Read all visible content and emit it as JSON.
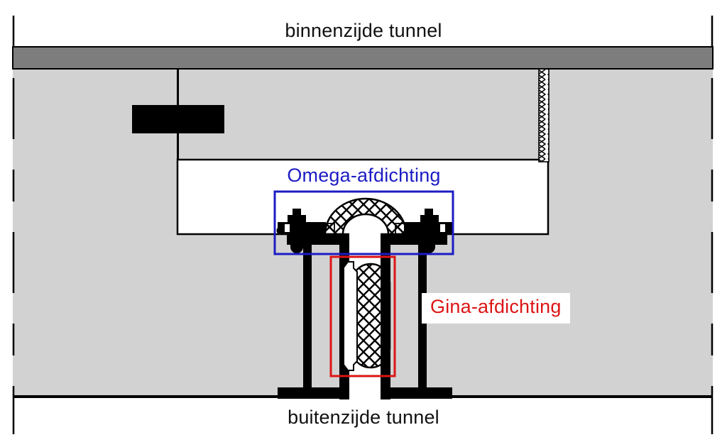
{
  "diagram": {
    "subject": "immersed tunnel joint seal cross-section",
    "labels": {
      "inside": "binnenzijde tunnel",
      "outside": "buitenzijde tunnel",
      "omega_seal": "Omega-afdichting",
      "gina_seal": "Gina-afdichting"
    },
    "colors": {
      "background": "#ffffff",
      "concrete": "#d2d2d2",
      "roof_layer": "#7d7d7d",
      "steel": "#000000",
      "omega_accent": "#1c1cc4",
      "gina_accent": "#dd1515"
    }
  }
}
